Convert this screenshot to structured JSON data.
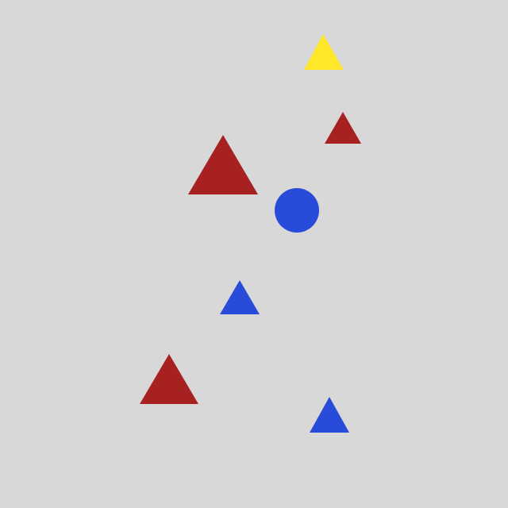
{
  "scene": {
    "background_color": "#d8d8d8",
    "shapes": [
      {
        "kind": "triangle",
        "color_name": "yellow",
        "color": "#ffe829"
      },
      {
        "kind": "triangle",
        "color_name": "red",
        "color": "#a82121"
      },
      {
        "kind": "triangle",
        "color_name": "red",
        "color": "#a82121"
      },
      {
        "kind": "circle",
        "color_name": "blue",
        "color": "#294bd9"
      },
      {
        "kind": "triangle",
        "color_name": "blue",
        "color": "#294bd9"
      },
      {
        "kind": "triangle",
        "color_name": "red",
        "color": "#a82121"
      },
      {
        "kind": "triangle",
        "color_name": "blue",
        "color": "#294bd9"
      }
    ]
  }
}
